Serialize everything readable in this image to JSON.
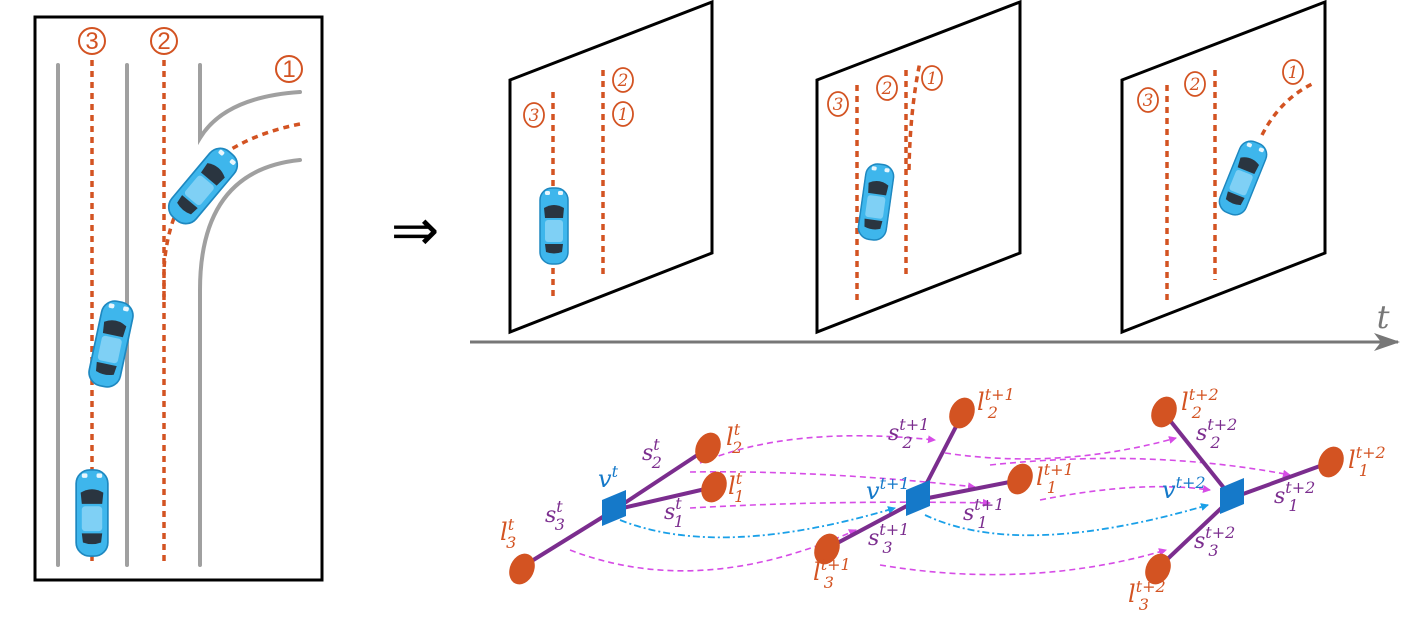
{
  "map": {
    "lane_numbers": [
      "3",
      "2",
      "1"
    ]
  },
  "transition_symbol": "⇒",
  "timeline": {
    "axis_label": "t"
  },
  "frames": [
    {
      "lane_numbers": [
        "3",
        "2",
        "1"
      ]
    },
    {
      "lane_numbers": [
        "3",
        "2",
        "1"
      ]
    },
    {
      "lane_numbers": [
        "3",
        "2",
        "1"
      ]
    }
  ],
  "graph": {
    "time_steps": [
      {
        "vehicle": {
          "base": "v",
          "sup": "t"
        },
        "lanes": [
          {
            "base": "l",
            "sub": "2",
            "sup": "t"
          },
          {
            "base": "l",
            "sub": "1",
            "sup": "t"
          },
          {
            "base": "l",
            "sub": "3",
            "sup": "t"
          }
        ],
        "states": [
          {
            "base": "s",
            "sub": "2",
            "sup": "t"
          },
          {
            "base": "s",
            "sub": "1",
            "sup": "t"
          },
          {
            "base": "s",
            "sub": "3",
            "sup": "t"
          }
        ]
      },
      {
        "vehicle": {
          "base": "v",
          "sup": "t+1"
        },
        "lanes": [
          {
            "base": "l",
            "sub": "2",
            "sup": "t+1"
          },
          {
            "base": "l",
            "sub": "1",
            "sup": "t+1"
          },
          {
            "base": "l",
            "sub": "3",
            "sup": "t+1"
          }
        ],
        "states": [
          {
            "base": "s",
            "sub": "2",
            "sup": "t+1"
          },
          {
            "base": "s",
            "sub": "1",
            "sup": "t+1"
          },
          {
            "base": "s",
            "sub": "3",
            "sup": "t+1"
          }
        ]
      },
      {
        "vehicle": {
          "base": "v",
          "sup": "t+2"
        },
        "lanes": [
          {
            "base": "l",
            "sub": "2",
            "sup": "t+2"
          },
          {
            "base": "l",
            "sub": "1",
            "sup": "t+2"
          },
          {
            "base": "l",
            "sub": "3",
            "sup": "t+2"
          }
        ],
        "states": [
          {
            "base": "s",
            "sub": "2",
            "sup": "t+2"
          },
          {
            "base": "s",
            "sub": "1",
            "sup": "t+2"
          },
          {
            "base": "s",
            "sub": "3",
            "sup": "t+2"
          }
        ]
      }
    ]
  },
  "colors": {
    "lane_line": "#d35322",
    "road_edge": "#a0a0a0",
    "car_body": "#3eb6ec",
    "vehicle_node": "#1579c9",
    "lane_node": "#d35322",
    "edge": "#7b2d8e",
    "temporal_lane_edge": "#d64ce6",
    "temporal_vehicle_edge": "#1aa0e8",
    "axis": "#777777"
  }
}
